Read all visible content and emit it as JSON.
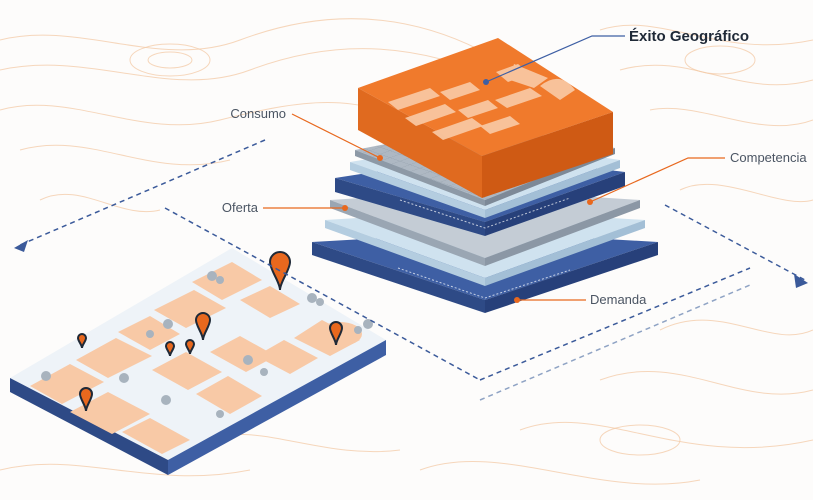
{
  "title": "Éxito Geográfico",
  "layers": [
    {
      "id": "consumo",
      "label": "Consumo"
    },
    {
      "id": "competencia",
      "label": "Competencia"
    },
    {
      "id": "oferta",
      "label": "Oferta"
    },
    {
      "id": "demanda",
      "label": "Demanda"
    }
  ],
  "colors": {
    "orange": "#f07a2c",
    "orange_dark": "#d9631b",
    "navy": "#3e5fa4",
    "navy_dark": "#2e4a86",
    "light_blue": "#cfe2ef",
    "grid_gray": "#aeb8c3",
    "block": "#f8c9a6",
    "pin": "#e8681e",
    "dashed_line": "#3b5a9a"
  }
}
